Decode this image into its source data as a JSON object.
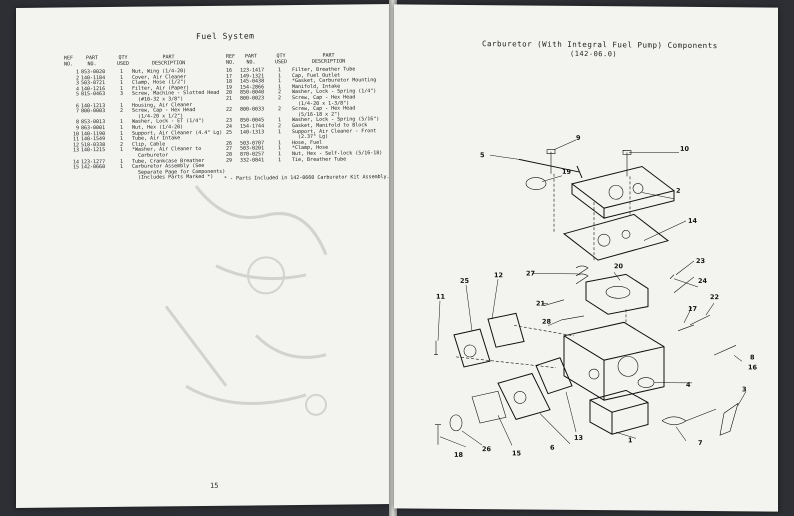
{
  "left_page": {
    "title": "Fuel System",
    "headers": {
      "ref": "REF\nNO.",
      "part": "PART\nNO.",
      "qty": "QTY\nUSED",
      "desc": "PART\nDESCRIPTION"
    },
    "col1": {
      "refs": "1\n2\n3\n4\n5\n \n6\n7\n \n8\n9\n10\n11\n12\n13\n \n14\n15",
      "parts": "853-0020\n140-1184\n503-0721\n140-1216\n815-0463\n \n140-1213\n800-0003\n \n853-0013\n863-0001\n140-1190\n140-1549\n518-0338\n140-1215\n \n123-1277\n142-0660",
      "qtys": "1\n1\n1\n1\n3\n \n1\n2\n \n1\n1\n1\n1\n2\n1\n \n1\n1",
      "descs": "Nut, Wing (1/4-20)\nCover, Air Cleaner\nClamp, Hose (1/2\")\nFilter, Air (Paper)\nScrew, Machine - Slotted Head\n  (#10-32 x 3/8\")\nHousing, Air Cleaner\nScrew, Cap - Hex Head\n  (1/4-20 x 1/2\")\nWasher, Lock - ET (1/4\")\nNut, Hex (1/4-20)\nSupport, Air Cleaner (4.4\" Lg)\nTube, Air Intake\nClip, Cable\n*Washer, Air Cleaner to\n  Carburetor\nTube, Crankcase Breather\nCarburetor Assembly (See\n  Separate Page for Components)\n  (Includes Parts Marked *)"
    },
    "col2": {
      "refs": "16\n17\n18\n19\n20\n21\n \n22\n \n23\n24\n25\n \n26\n27\n28\n29",
      "parts": "123-1417\n149-1321\n145-0438\n154-2866\n850-0040\n800-0023\n \n800-0033\n \n850-0045\n154-1744\n140-1313\n \n503-0707\n503-0201\n870-0257\n332-0841",
      "qtys": "1\n1\n1\n1\n2\n2\n \n2\n \n1\n2\n1\n \n1\n1\n1\n1",
      "descs": "Filter, Breather Tube\nCap, Fuel Outlet\n*Gasket, Carburetor Mounting\nManifold, Intake\nWasher, Lock - Spring (1/4\")\nScrew, Cap - Hex Head\n  (1/4-20 x 1-3/8\")\nScrew, Cap - Hex Head\n  (5/16-18 x 2\")\nWasher, Lock - Spring (5/16\")\nGasket, Manifold to Block\nSupport, Air Cleaner - Front\n  (2.37\" Lg)\nHose, Fuel\n*Clamp, Hose\nNut, Hex - Self-lock (5/16-18)\nTie, Breather Tube"
    },
    "note": "* - Parts Included in 142-0660 Carburetor Kit Assembly.",
    "page_number": "15"
  },
  "right_page": {
    "title": "Carburetor (With Integral Fuel Pump) Components",
    "subtitle": "(142-06.0)",
    "callouts": [
      "1",
      "2",
      "3",
      "4",
      "5",
      "6",
      "7",
      "8",
      "9",
      "10",
      "11",
      "12",
      "13",
      "14",
      "15",
      "16",
      "17",
      "18",
      "19",
      "20",
      "21",
      "22",
      "23",
      "24",
      "25",
      "26",
      "27",
      "28"
    ]
  }
}
